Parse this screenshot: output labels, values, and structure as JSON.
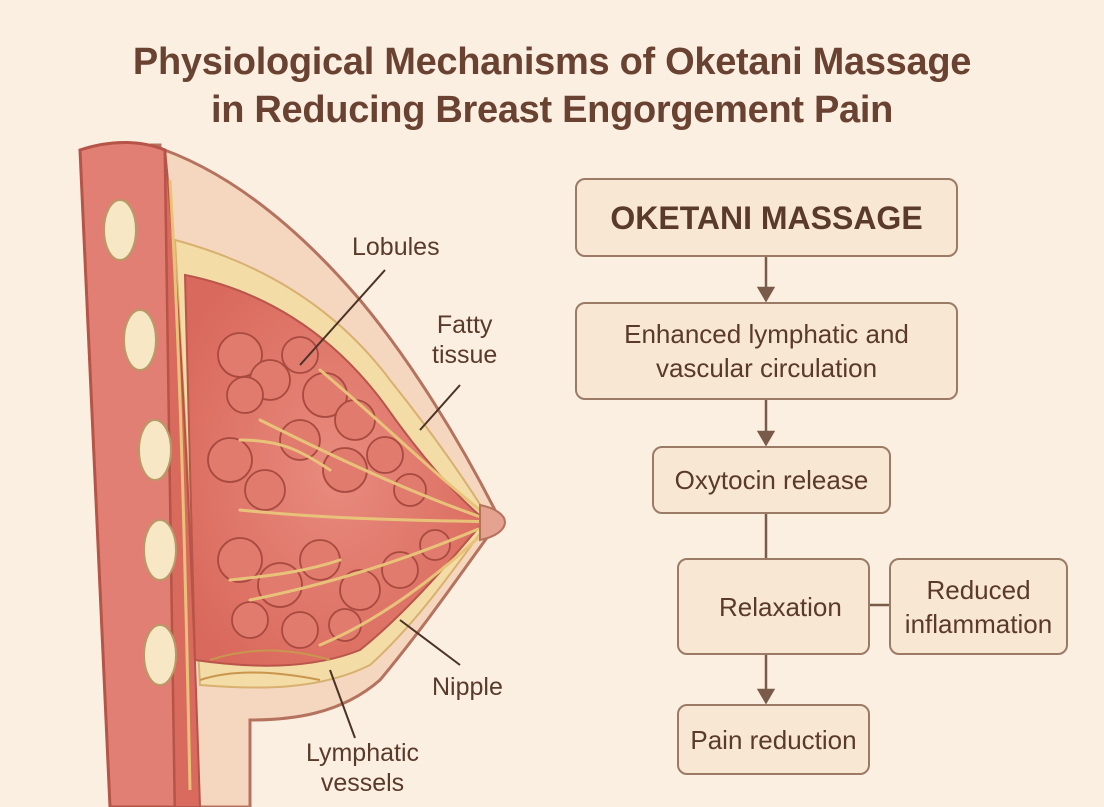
{
  "title": {
    "line1": "Physiological Mechanisms of Oketani Massage",
    "line2": "in Reducing Breast Engorgement Pain"
  },
  "anatomy": {
    "lobules": "Lobules",
    "fatty_tissue_line1": "Fatty",
    "fatty_tissue_line2": "tissue",
    "nipple": "Nipple",
    "lymphatic_line1": "Lymphatic",
    "lymphatic_line2": "vessels"
  },
  "flow": {
    "oketani": "OKETANI MASSAGE",
    "circulation_line1": "Enhanced lymphatic and",
    "circulation_line2": "vascular circulation",
    "oxytocin": "Oxytocin release",
    "relaxation": "Relaxation",
    "inflammation_line1": "Reduced",
    "inflammation_line2": "inflammation",
    "pain": "Pain reduction"
  },
  "colors": {
    "background": "#fbefe1",
    "box_fill": "#f8e7d3",
    "box_border": "#9c7b66",
    "tissue_red": "#e07b6e",
    "fat_yellow": "#f3dca6"
  }
}
